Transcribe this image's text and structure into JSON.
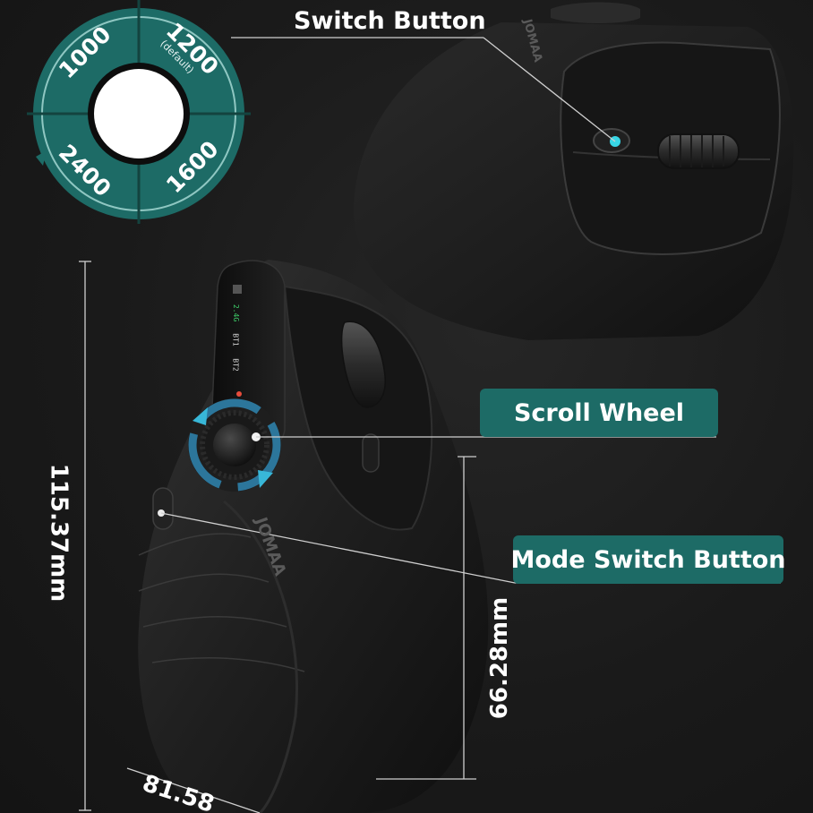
{
  "dpi_dial": {
    "settings": [
      {
        "value": "1000",
        "note": ""
      },
      {
        "value": "1200",
        "note": "(default)"
      },
      {
        "value": "1600",
        "note": ""
      },
      {
        "value": "2400",
        "note": ""
      }
    ],
    "accent_color": "#1d6b66"
  },
  "callouts": {
    "switch_button": "Switch Button",
    "scroll_wheel": "Scroll  Wheel",
    "mode_switch_button": "Mode Switch Button"
  },
  "dimensions": {
    "height": "115.37mm",
    "width": "81.58",
    "depth": "66.28mm"
  },
  "mouse": {
    "brand": "JOMAA",
    "indicators": [
      "2.4G",
      "BT1",
      "BT2"
    ]
  },
  "colors": {
    "background": "#1b1b1b",
    "callout": "#1d6b66",
    "led_green": "#3fd06a",
    "button_glow": "#38d6e6"
  }
}
